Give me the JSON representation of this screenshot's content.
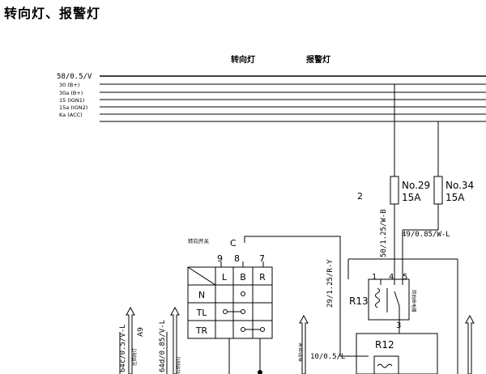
{
  "title": "转向灯、报警灯",
  "headers": {
    "turn": "转向灯",
    "hazard": "报警灯"
  },
  "power_lines": {
    "top": "58/0.5/V",
    "b30": "30 (B+)",
    "b30a": "30a (B+)",
    "ign1": "15 (IGN1)",
    "ign2": "15a (IGN2)",
    "acc": "Ka (ACC)"
  },
  "fuses": [
    {
      "name": "No.29",
      "rating": "15A"
    },
    {
      "name": "No.34",
      "rating": "15A"
    }
  ],
  "marker_2": "2",
  "wires": {
    "fuse29_out": "50/1.25/W-B",
    "fuse34_out": "49/0.85/W-L",
    "switch_feed": "29/1.25/R-Y",
    "hazard_sw": "10/0.5/L",
    "left_a": "64c/0.5/V-L",
    "left_b": "64d/0.85/V-L"
  },
  "turn_switch": {
    "title": "转向开关",
    "connector": "C",
    "pins": [
      "9",
      "8",
      "7"
    ],
    "cols": [
      "L",
      "B",
      "R"
    ],
    "rows": [
      "N",
      "TL",
      "TR"
    ]
  },
  "relay_r13": {
    "name": "R13",
    "pins": [
      "1",
      "4",
      "5",
      "3"
    ],
    "label": "转向继电器"
  },
  "relay_r12": {
    "name": "R12"
  },
  "small_labels": {
    "a9": "A9",
    "left_turn": "左转向灯",
    "right_turn": "右转向灯",
    "hazard_switch": "危险开关"
  }
}
